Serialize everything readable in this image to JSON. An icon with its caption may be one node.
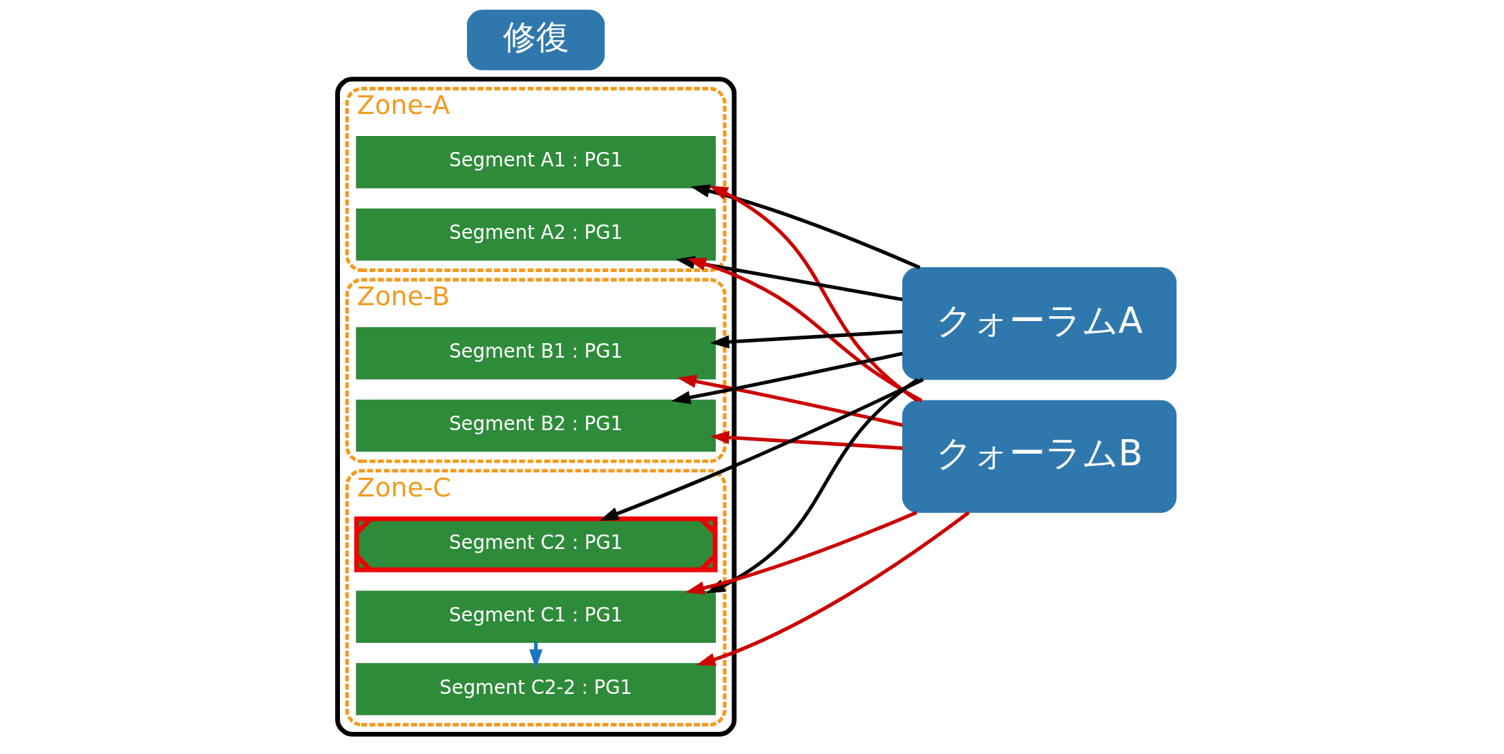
{
  "diagram": {
    "nodes": [
      {
        "text": [],
        "shape": "box"
      },
      {
        "text": [
          "Zone-A"
        ],
        "in": 0
      },
      {
        "text": [
          "Segment A1 : PG1"
        ],
        "in": 1
      },
      {
        "text": [
          "Segment A2 : PG1"
        ],
        "in": 1
      },
      {
        "text": [
          "Zone-B"
        ],
        "in": 0
      },
      {
        "text": [
          "Segment B1 : PG1"
        ],
        "in": 4
      },
      {
        "text": [
          "Segment B2 : PG1"
        ],
        "in": 4
      },
      {
        "text": [
          "Zone-C"
        ],
        "in": 0
      },
      {
        "text": [
          "Segment C1 : PG1"
        ],
        "in": 7
      },
      {
        "text": [
          "Segment C2 : PG1"
        ],
        "in": 7
      },
      {
        "text": [
          "Segment C2-2 : PG1"
        ],
        "in": 7
      },
      {
        "text": [
          "修復"
        ]
      },
      {
        "text": [
          "クォーラムA"
        ]
      },
      {
        "text": [
          "クォーラムB"
        ]
      }
    ],
    "edges": [
      {
        "from": 12,
        "to": 2,
        "arrow": "to"
      },
      {
        "from": 12,
        "to": 3,
        "arrow": "to"
      },
      {
        "from": 12,
        "to": 5,
        "arrow": "to"
      },
      {
        "from": 12,
        "to": 6,
        "arrow": "to"
      },
      {
        "from": 12,
        "to": 8,
        "arrow": "to"
      },
      {
        "from": 12,
        "to": 9,
        "arrow": "to"
      },
      {
        "from": 13,
        "to": 2,
        "arrow": "to",
        "color": "#cc0000"
      },
      {
        "from": 13,
        "to": 3,
        "arrow": "to",
        "color": "#cc0000"
      },
      {
        "from": 13,
        "to": 5,
        "arrow": "to",
        "color": "#cc0000"
      },
      {
        "from": 13,
        "to": 6,
        "arrow": "to",
        "color": "#cc0000"
      },
      {
        "from": 13,
        "to": 8,
        "arrow": "to",
        "color": "#cc0000"
      },
      {
        "from": 13,
        "to": 10,
        "arrow": "to",
        "color": "#cc0000"
      },
      {
        "from": 8,
        "to": 10,
        "arrow": "to",
        "color": "#1a75c4"
      }
    ]
  }
}
